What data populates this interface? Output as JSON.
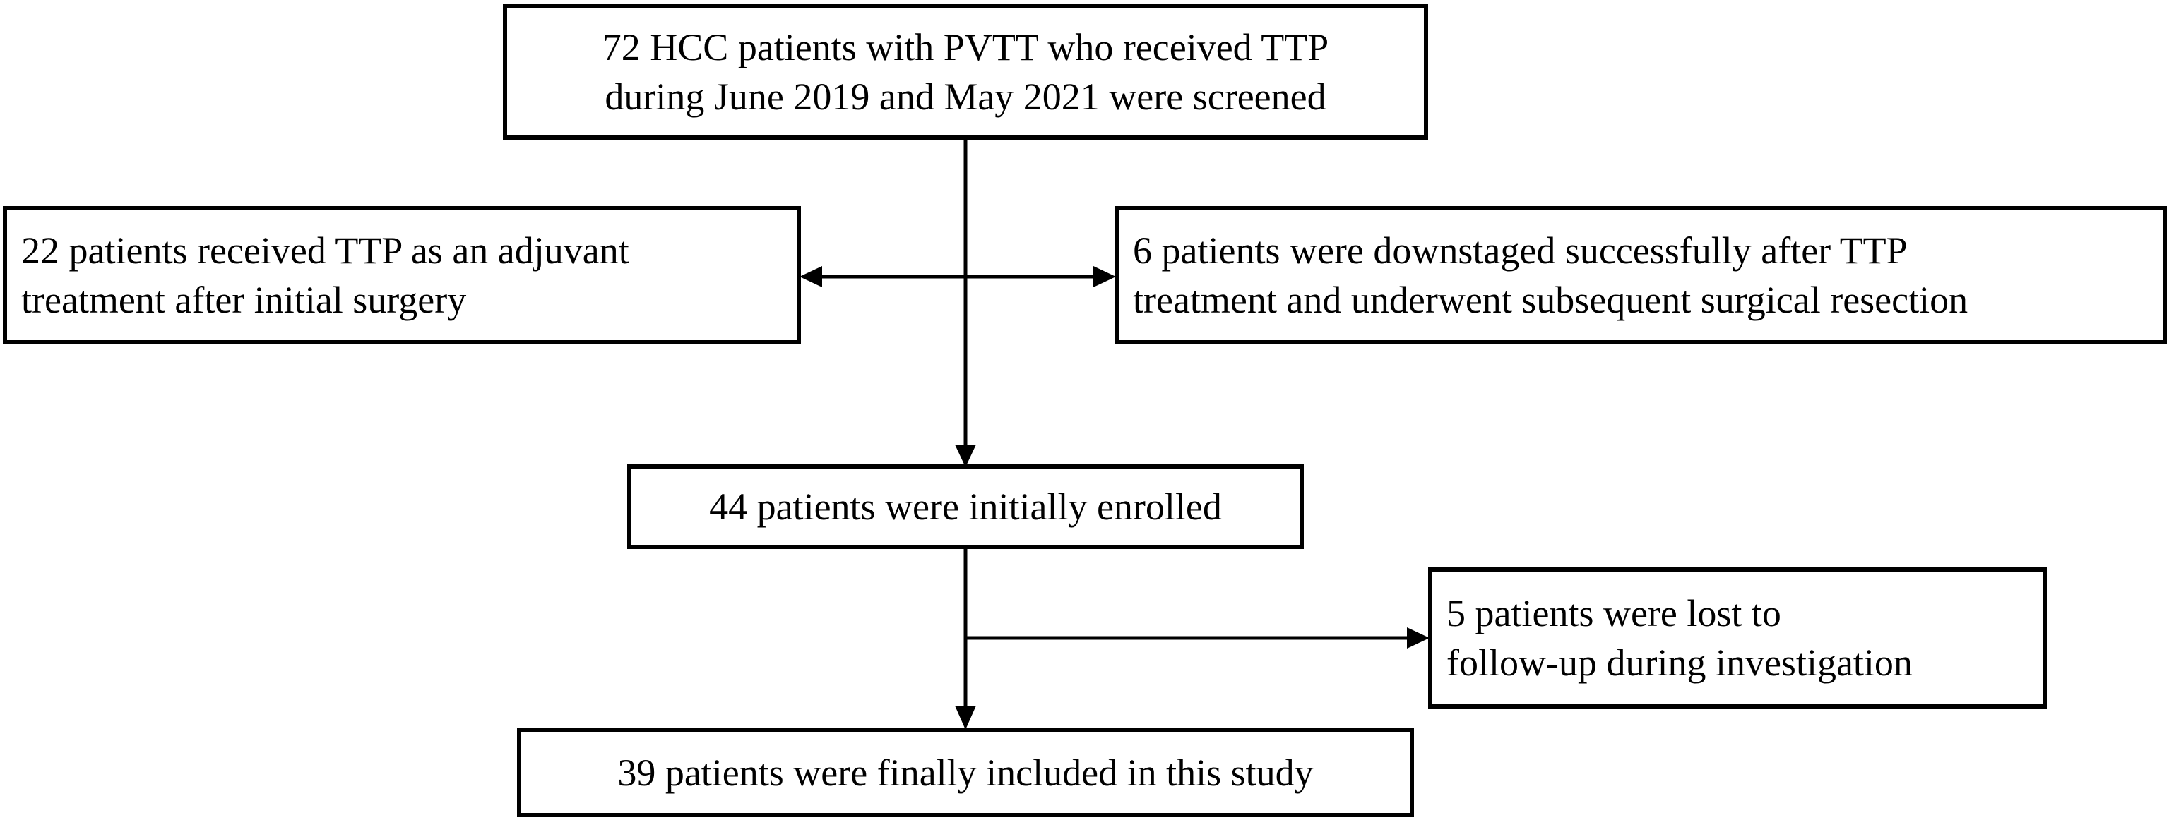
{
  "boxes": {
    "screened": {
      "line1": "72 HCC patients with PVTT who received TTP",
      "line2": "during June 2019 and May 2021 were screened"
    },
    "adjuvant": {
      "line1": "22 patients received TTP as an adjuvant",
      "line2": "treatment after initial surgery"
    },
    "downstaged": {
      "line1": "6 patients were downstaged successfully  after TTP",
      "line2": "treatment and underwent subsequent surgical resection"
    },
    "enrolled": {
      "line1": "44 patients were initially enrolled"
    },
    "lost": {
      "line1": "5 patients were lost to",
      "line2": "follow-up during investigation"
    },
    "included": {
      "line1": "39 patients were finally included in this study"
    }
  },
  "colors": {
    "stroke": "#000000",
    "background": "#ffffff"
  }
}
